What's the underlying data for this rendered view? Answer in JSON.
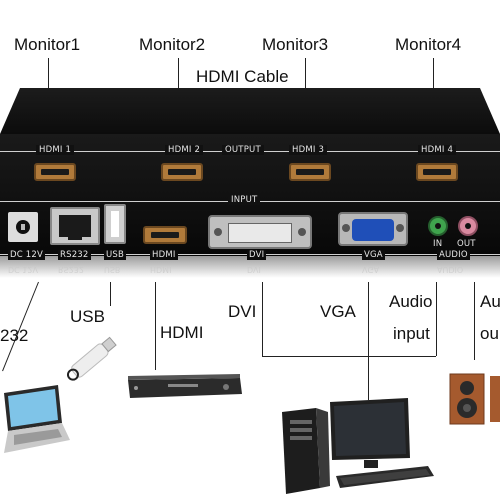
{
  "top_labels": {
    "monitor1": "Monitor1",
    "monitor2": "Monitor2",
    "monitor3": "Monitor3",
    "monitor4": "Monitor4",
    "hdmi_cable": "HDMI Cable"
  },
  "panel": {
    "hdmi1": "HDMI 1",
    "hdmi2": "HDMI 2",
    "output": "OUTPUT",
    "hdmi3": "HDMI 3",
    "hdmi4": "HDMI 4",
    "input": "INPUT",
    "in": "IN",
    "out": "OUT",
    "dc12v": "DC 12V",
    "rs232": "RS232",
    "usb": "USB",
    "hdmi": "HDMI",
    "dvi": "DVI",
    "vga": "VGA",
    "audio": "AUDIO"
  },
  "bottom_labels": {
    "rs232": "232",
    "usb": "USB",
    "hdmi": "HDMI",
    "dvi": "DVI",
    "vga": "VGA",
    "audio_line1": "Audio",
    "audio_line2": "input",
    "audio_out_line1": "Au",
    "audio_out_line2": "ou"
  }
}
